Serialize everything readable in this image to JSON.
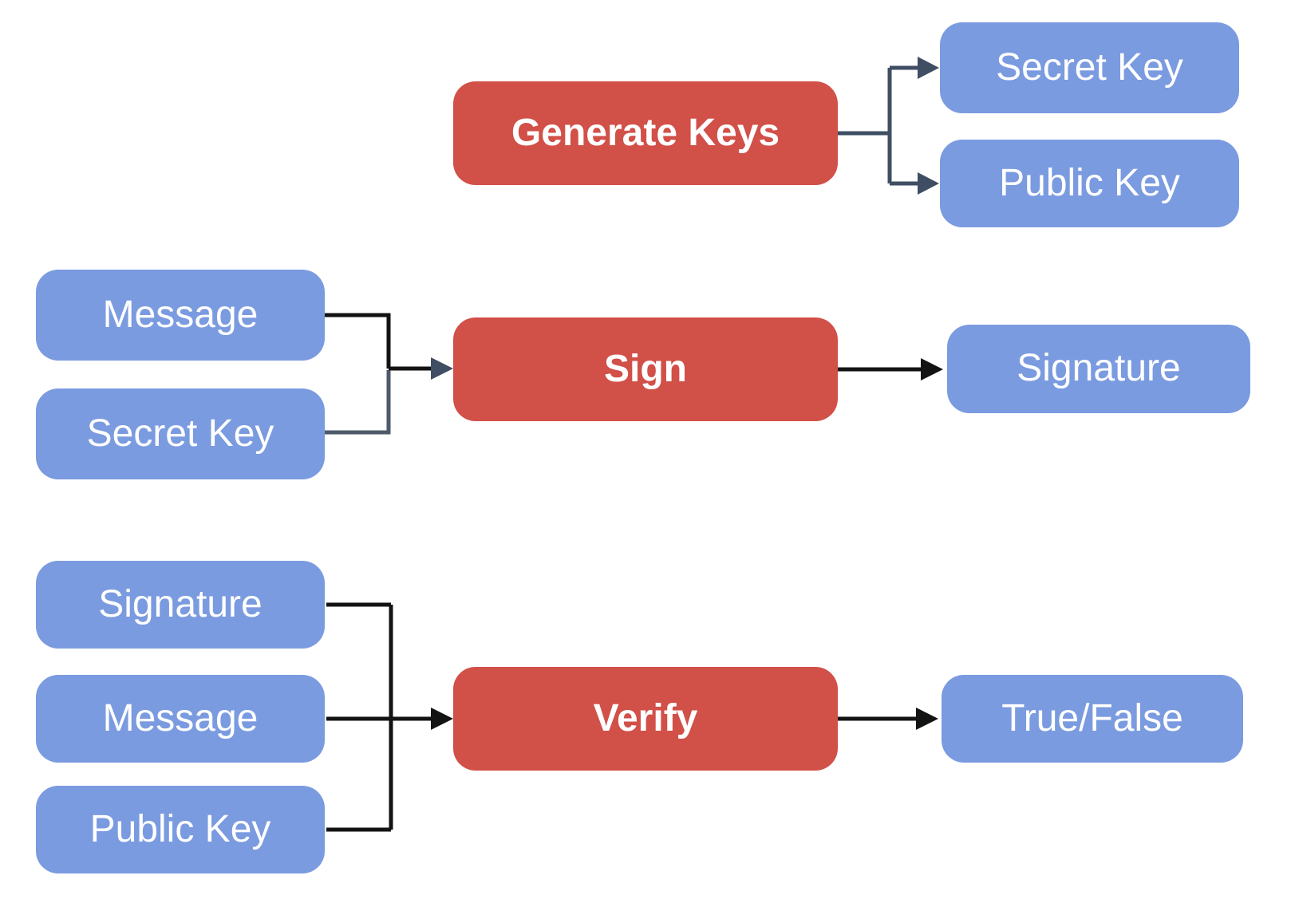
{
  "colors": {
    "process": "#d15048",
    "data": "#7b9be0",
    "connector_slate": "#3f4e63",
    "connector_black": "#131313",
    "connector_gray": "#4e5a6b",
    "label_text": "#ffffff"
  },
  "nodes": {
    "generate_keys": {
      "label": "Generate Keys",
      "type": "process"
    },
    "secret_key_out": {
      "label": "Secret Key",
      "type": "data"
    },
    "public_key_out": {
      "label": "Public Key",
      "type": "data"
    },
    "message_sign_in": {
      "label": "Message",
      "type": "data"
    },
    "secret_key_sign_in": {
      "label": "Secret Key",
      "type": "data"
    },
    "sign": {
      "label": "Sign",
      "type": "process"
    },
    "signature_out": {
      "label": "Signature",
      "type": "data"
    },
    "signature_verify_in": {
      "label": "Signature",
      "type": "data"
    },
    "message_verify_in": {
      "label": "Message",
      "type": "data"
    },
    "public_key_verify_in": {
      "label": "Public Key",
      "type": "data"
    },
    "verify": {
      "label": "Verify",
      "type": "process"
    },
    "true_false_out": {
      "label": "True/False",
      "type": "data"
    }
  }
}
